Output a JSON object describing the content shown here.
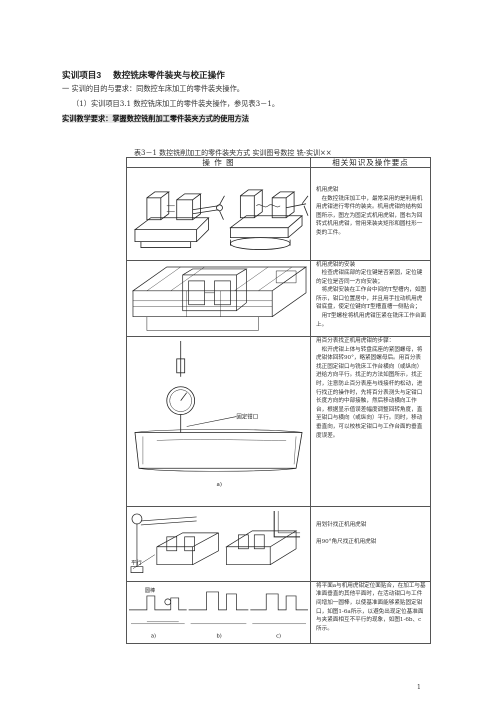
{
  "heading": {
    "project_label": "实训项目3",
    "title": "数控铣床零件装夹与校正操作"
  },
  "intro": {
    "line1": "一  实训的目的与要求：同数控车床加工的零件装夹操作。",
    "line2": "（1）实训项目3.1   数控铣床加工的零件装夹操作，参见表3－1。",
    "requirement_label": "实训教学要求",
    "requirement_text": "：掌握数控铣削加工零件装夹方式的使用方法"
  },
  "table_caption": "表3－1     数控铣削加工的零件装夹方式      实训图号数控 铣-实训××",
  "table": {
    "col1_header": "操  作  图",
    "col2_header": "相关知识及操作要点",
    "rows": [
      {
        "paragraphs": [
          "机用虎钳",
          "　在数控铣床加工中，最常采用的是利用机用虎钳进行零件的装夹。机用虎钳的结构如图所示，图左为固定式机用虎钳，图右为回转式机用虎钳，常用来装夹矩形和圆柱形一类的工件。"
        ]
      },
      {
        "paragraphs": [
          "机用虎钳的安装",
          "　检查虎钳底部的定位键是否紧固，定位键的定位是否同一方向安装；",
          "　将虎钳安装在工作台中间的T型槽内，如图所示，钳口位置居中，并且用手拉动机用虎钳底盘，使定位键向T型槽直槽一侧贴合；",
          "　用T型螺栓将机用虎钳压紧在铣床工作台面上。"
        ]
      },
      {
        "paragraphs": [
          "用百分表找正机用虎钳的步骤：",
          "　松开虎钳上体与转盘底座的紧固螺母，将虎钳体回转90°，略紧固螺母后。用百分表找正固定钳口与铣床工作台横向（或纵向）进给方向平行。找正的方法如图所示，找正时，注意防止百分表座与线接杆的松动，进行找正的操作时，先将百分表测头与定钳口长度方向的中部接触，然后移动横向工作台，根据显示值误差幅度调整回转角度，直至钳口与横向（或纵向）平行。同时，移动垂直向，可以校核定钳口与工作台面的垂直度误差。"
        ],
        "fig_label_clamp": "固定钳口",
        "fig_label_a": "a)"
      },
      {
        "paragraphs": [
          "用划针找正机用虎钳",
          "用90°角尺找正机用虎钳"
        ],
        "fig_label_parallel": "平行"
      },
      {
        "paragraphs": [
          "将平面a与机用虎钳定位面贴合，在加工与基准面垂直的其他平面时，在活动钳口与工件间增加一圆棒，以使基准面能够紧贴固定钳口，如图1-6a所示，以避免出现定位基准面与夹紧面相互不平行的现象，如图1-6b、c所示。"
        ],
        "fig_label_a": "a)",
        "fig_label_b": "b)",
        "fig_label_c": "c)",
        "fig_label_round": "圆棒"
      }
    ]
  },
  "page_number": "1"
}
